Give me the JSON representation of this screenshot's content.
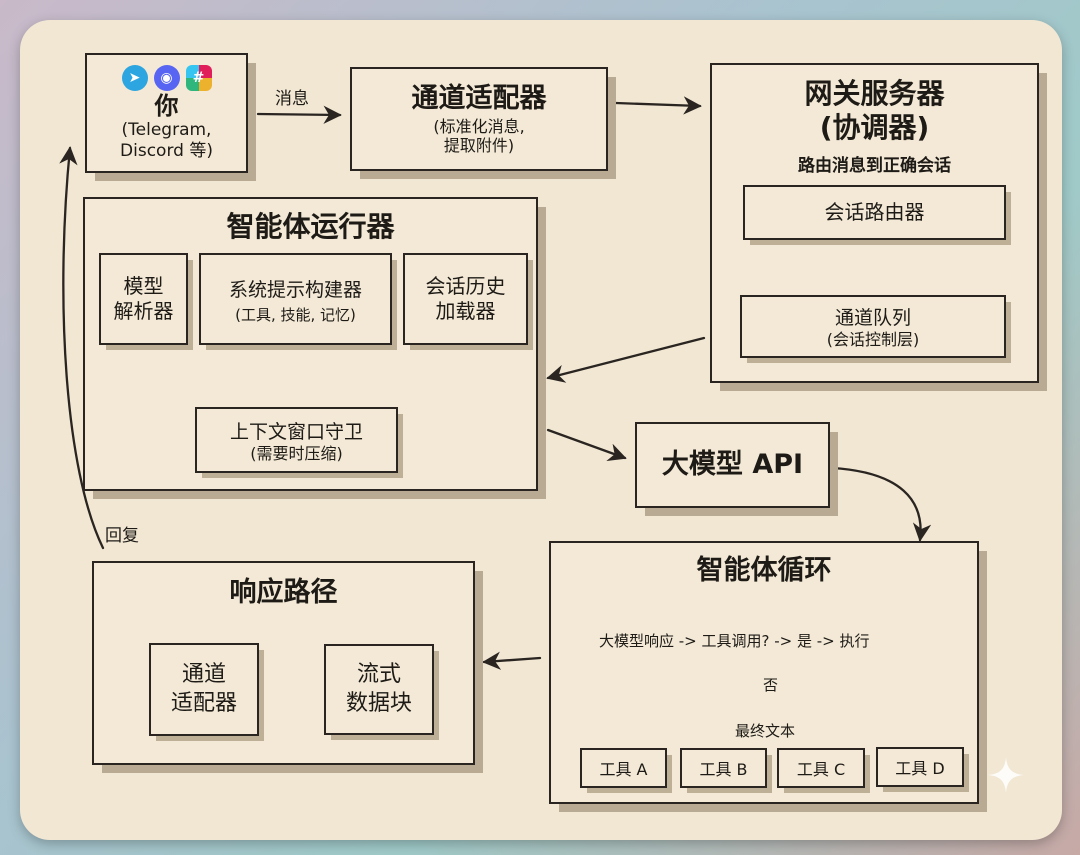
{
  "user": {
    "icons": [
      "telegram-icon",
      "discord-icon",
      "slack-icon"
    ],
    "title": "你",
    "subtitle": "(Telegram,\nDiscord 等)"
  },
  "labels": {
    "message": "消息",
    "reply": "回复"
  },
  "channel_adapter": {
    "title": "通道适配器",
    "subtitle": "(标准化消息,\n提取附件)"
  },
  "gateway": {
    "title": "网关服务器\n(协调器)",
    "subtitle": "路由消息到正确会话",
    "session_router": "会话路由器",
    "channel_queue": {
      "title": "通道队列",
      "subtitle": "(会话控制层)"
    }
  },
  "agent_runner": {
    "title": "智能体运行器",
    "model_parser": "模型\n解析器",
    "prompt_builder": {
      "title": "系统提示构建器",
      "subtitle": "(工具, 技能, 记忆)"
    },
    "history_loader": "会话历史\n加载器",
    "context_guard": {
      "title": "上下文窗口守卫",
      "subtitle": "(需要时压缩)"
    }
  },
  "llm_api": {
    "title": "大模型 API"
  },
  "agent_loop": {
    "title": "智能体循环",
    "loop_text": "大模型响应 -> 工具调用? -> 是 -> 执行",
    "no_label": "否",
    "final_text": "最终文本",
    "tools": [
      "工具 A",
      "工具 B",
      "工具 C",
      "工具 D"
    ]
  },
  "response_path": {
    "title": "响应路径",
    "adapter": "通道\n适配器",
    "stream": "流式\n数据块"
  },
  "colors": {
    "ink": "#2a2521",
    "paper": "#f3e9d6",
    "card": "#f1e7d3",
    "shadow": "#b9ab93",
    "telegram": "#2ca5e0",
    "discord": "#5865f2"
  }
}
